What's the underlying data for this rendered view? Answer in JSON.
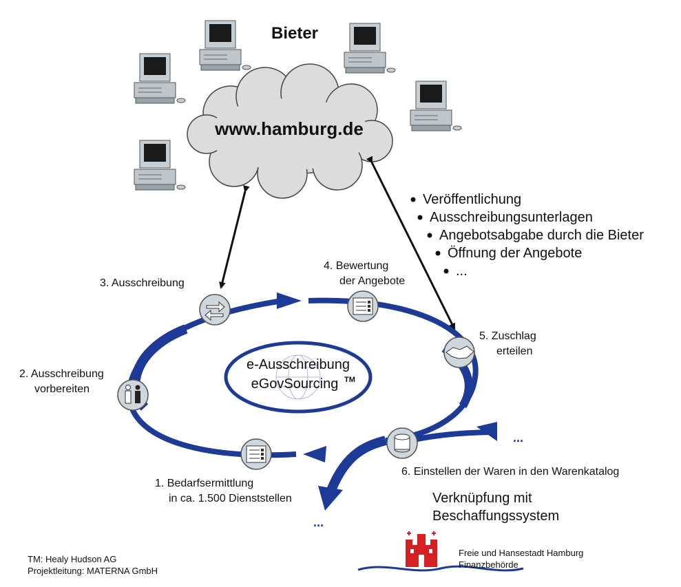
{
  "title": "Bieter",
  "cloud_label": "www.hamburg.de",
  "center": {
    "line1": "e-Ausschreibung",
    "line2": "eGovSourcing",
    "tm": "TM"
  },
  "steps": {
    "s1": {
      "line1": "1. Bedarfsermittlung",
      "line2": "in ca. 1.500 Dienststellen"
    },
    "s2": {
      "line1": "2. Ausschreibung",
      "line2": "vorbereiten"
    },
    "s3": {
      "line1": "3. Ausschreibung"
    },
    "s4": {
      "line1": "4. Bewertung",
      "line2": "der Angebote"
    },
    "s5": {
      "line1": "5.  Zuschlag",
      "line2": "erteilen"
    },
    "s6": {
      "line1": "6. Einstellen der Waren in den Warenkatalog"
    }
  },
  "bullets": [
    "Veröffentlichung",
    "Ausschreibungsunterlagen",
    "Angebotsabgabe durch die Bieter",
    "Öffnung der Angebote",
    "..."
  ],
  "link_label": {
    "line1": "Verknüpfung mit",
    "line2": "Beschaffungssystem"
  },
  "ellipsis_right": "...",
  "ellipsis_bottom": "...",
  "footer": {
    "line1": "TM: Healy Hudson AG",
    "line2": "Projektleitung: MATERNA GmbH"
  },
  "org": {
    "line1": "Freie und Hansestadt Hamburg",
    "line2": "Finanzbehörde"
  },
  "colors": {
    "ring": "#1c3a96",
    "icon_fill": "#cfd6dc",
    "seal_red": "#d42020",
    "wave": "#1c3a96"
  }
}
